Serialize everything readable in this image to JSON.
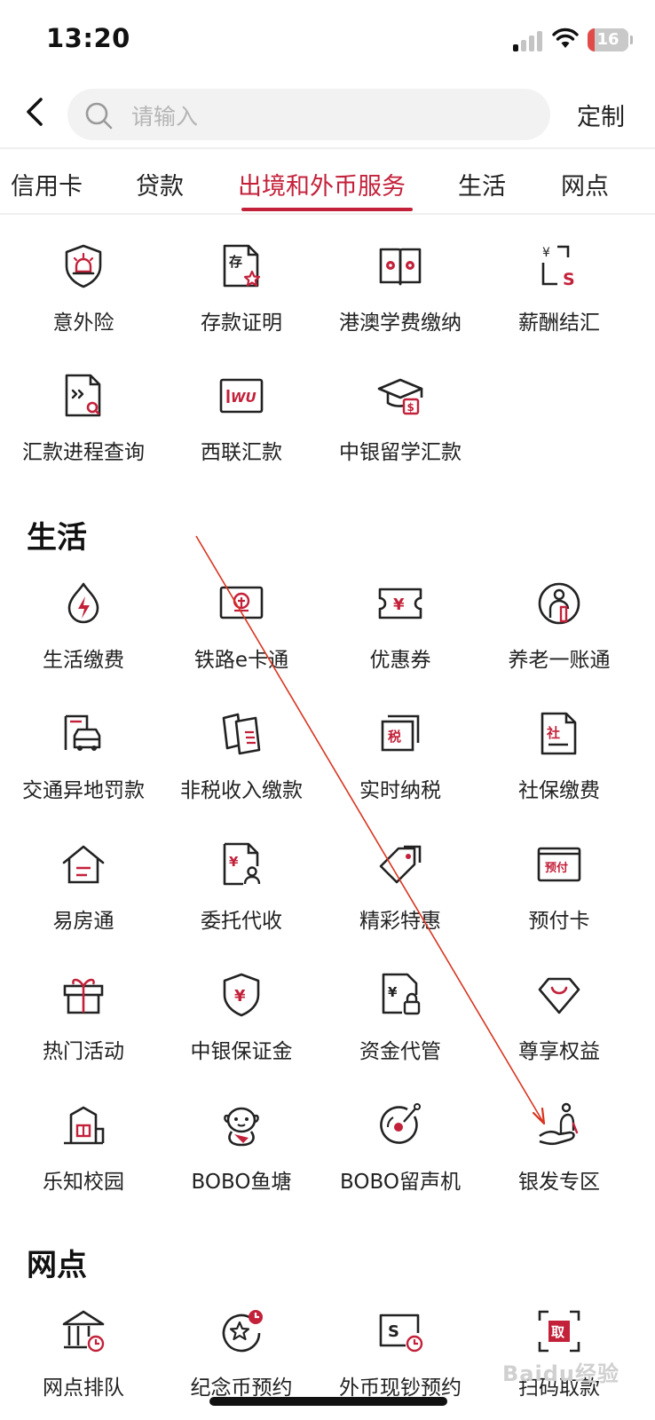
{
  "status_bar": {
    "time": "13:20",
    "battery": "16"
  },
  "search": {
    "placeholder": "请输入"
  },
  "top_bar": {
    "customize_label": "定制"
  },
  "tabs": [
    {
      "label": "信用卡"
    },
    {
      "label": "贷款"
    },
    {
      "label": "出境和外币服务",
      "active": true
    },
    {
      "label": "生活"
    },
    {
      "label": "网点"
    }
  ],
  "services": {
    "items": [
      {
        "label": "意外险",
        "icon": "shield-alarm-icon"
      },
      {
        "label": "存款证明",
        "icon": "deposit-certificate-icon"
      },
      {
        "label": "港澳学费缴纳",
        "icon": "hk-macau-tuition-icon"
      },
      {
        "label": "薪酬结汇",
        "icon": "salary-exchange-icon"
      },
      {
        "label": "汇款进程查询",
        "icon": "remittance-query-icon"
      },
      {
        "label": "西联汇款",
        "icon": "western-union-icon"
      },
      {
        "label": "中银留学汇款",
        "icon": "study-abroad-remittance-icon"
      }
    ]
  },
  "life": {
    "title": "生活",
    "items": [
      {
        "label": "生活缴费",
        "icon": "utility-payment-icon"
      },
      {
        "label": "铁路e卡通",
        "icon": "railway-card-icon"
      },
      {
        "label": "优惠券",
        "icon": "coupon-icon"
      },
      {
        "label": "养老一账通",
        "icon": "pension-account-icon"
      },
      {
        "label": "交通异地罚款",
        "icon": "traffic-fine-icon"
      },
      {
        "label": "非税收入缴款",
        "icon": "non-tax-payment-icon"
      },
      {
        "label": "实时纳税",
        "icon": "tax-icon"
      },
      {
        "label": "社保缴费",
        "icon": "social-security-icon"
      },
      {
        "label": "易房通",
        "icon": "house-icon"
      },
      {
        "label": "委托代收",
        "icon": "entrusted-collection-icon"
      },
      {
        "label": "精彩特惠",
        "icon": "price-tag-icon"
      },
      {
        "label": "预付卡",
        "icon": "prepaid-card-icon"
      },
      {
        "label": "热门活动",
        "icon": "gift-icon"
      },
      {
        "label": "中银保证金",
        "icon": "deposit-guarantee-icon"
      },
      {
        "label": "资金代管",
        "icon": "fund-custody-icon"
      },
      {
        "label": "尊享权益",
        "icon": "diamond-icon"
      },
      {
        "label": "乐知校园",
        "icon": "campus-icon"
      },
      {
        "label": "BOBO鱼塘",
        "icon": "bobo-mascot-icon"
      },
      {
        "label": "BOBO留声机",
        "icon": "record-player-icon"
      },
      {
        "label": "银发专区",
        "icon": "senior-zone-icon"
      }
    ]
  },
  "branch": {
    "title": "网点",
    "items": [
      {
        "label": "网点排队",
        "icon": "branch-queue-icon"
      },
      {
        "label": "纪念币预约",
        "icon": "commemorative-coin-icon"
      },
      {
        "label": "外币现钞预约",
        "icon": "foreign-cash-icon"
      },
      {
        "label": "扫码取款",
        "icon": "scan-withdraw-icon"
      }
    ]
  },
  "watermark": "Baidu经验",
  "colors": {
    "accent": "#c3213a",
    "text": "#222222",
    "search_bg": "#f2f2f2"
  }
}
